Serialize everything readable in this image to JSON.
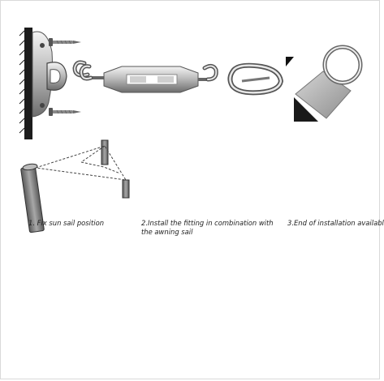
{
  "captions": {
    "step1": "1. Fix sun sail position",
    "step2_line1": "2.Install the fitting in combination with",
    "step2_line2": "the awning sail",
    "step3": "3.End of installation availabl"
  },
  "colors": {
    "pole": "#8a8a8a",
    "sail": "#7f7f7f",
    "dark_sail": "#1a1a1a",
    "hardware": "#c8c8c8"
  },
  "icons": [
    "wall-pad-eye-icon",
    "screw-icon",
    "s-hook-icon",
    "turnbuckle-icon",
    "carabiner-icon",
    "d-ring-corner-icon"
  ]
}
